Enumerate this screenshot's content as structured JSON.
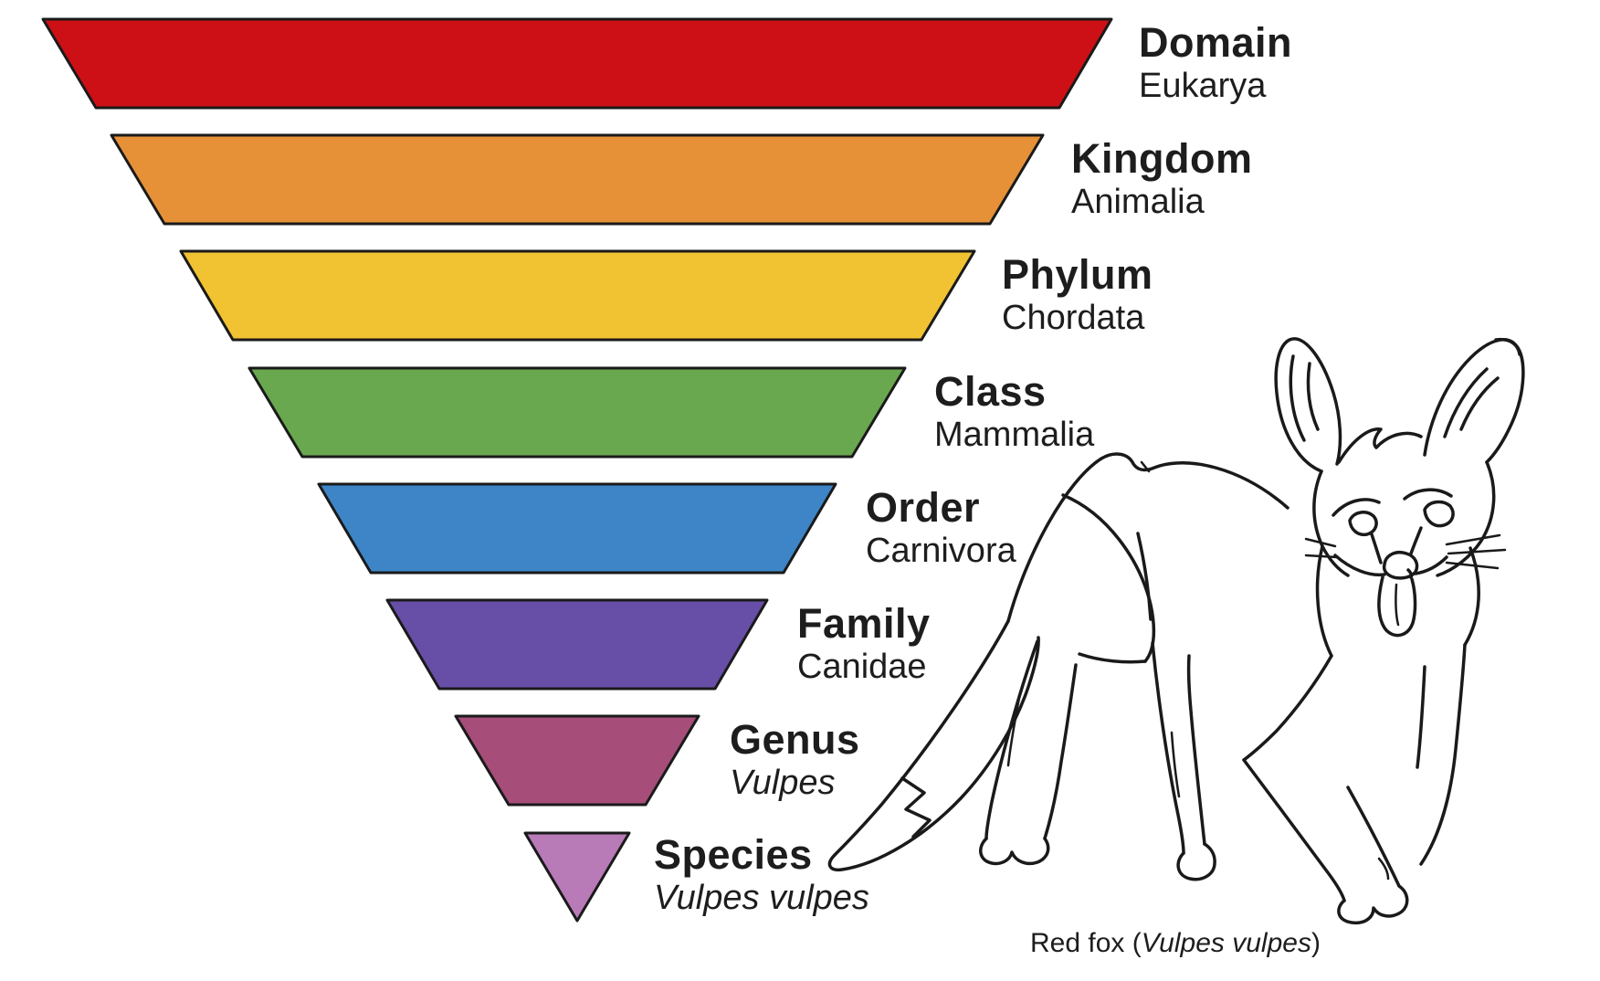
{
  "diagram": {
    "outline_color": "#1a1a1a",
    "background": "#ffffff",
    "fox_illustration": "red-fox-line-drawing",
    "levels": [
      {
        "rank": "Domain",
        "taxon": "Eukarya",
        "color": "#cc1016"
      },
      {
        "rank": "Kingdom",
        "taxon": "Animalia",
        "color": "#e69138"
      },
      {
        "rank": "Phylum",
        "taxon": "Chordata",
        "color": "#f1c232"
      },
      {
        "rank": "Class",
        "taxon": "Mammalia",
        "color": "#6aa84f"
      },
      {
        "rank": "Order",
        "taxon": "Carnivora",
        "color": "#3d85c6"
      },
      {
        "rank": "Family",
        "taxon": "Canidae",
        "color": "#674ea7"
      },
      {
        "rank": "Genus",
        "taxon": "Vulpes",
        "color": "#a64d79"
      },
      {
        "rank": "Species",
        "taxon": "Vulpes vulpes",
        "color": "#b97ab8"
      }
    ],
    "caption": {
      "prefix": "Red fox (",
      "species_italic": "Vulpes vulpes",
      "suffix": ")"
    }
  }
}
